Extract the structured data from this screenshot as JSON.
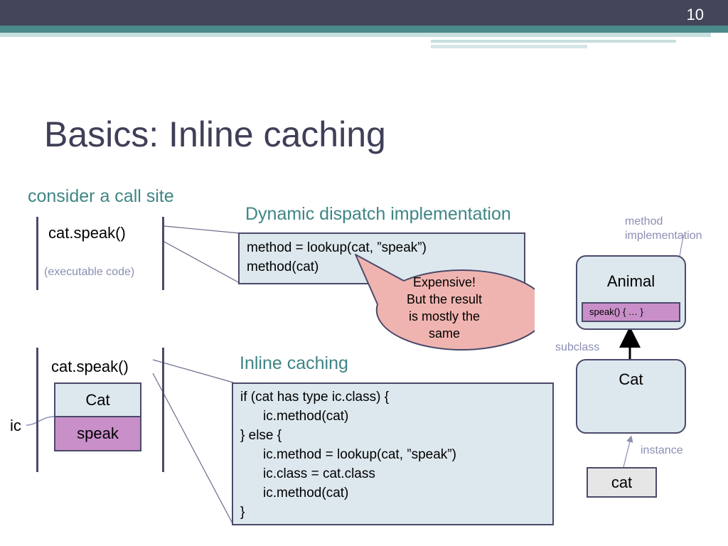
{
  "page_number": "10",
  "title": "Basics: Inline caching",
  "section1": {
    "heading": "consider a call site",
    "call": "cat.speak()",
    "caption": "(executable code)"
  },
  "dispatch": {
    "title": "Dynamic dispatch implementation",
    "lines": [
      "method = lookup(cat, ”speak”)",
      "method(cat)"
    ],
    "bubble": [
      "Expensive!",
      "But the result",
      "is mostly the",
      "same"
    ]
  },
  "section2": {
    "call": "cat.speak()",
    "cache_class": "Cat",
    "cache_method": "speak",
    "ic_label": "ic"
  },
  "inline": {
    "title": "Inline caching",
    "lines": [
      "if (cat has type ic.class) {",
      "ic.method(cat)",
      "} else {",
      "ic.method = lookup(cat, ”speak”)",
      "ic.class = cat.class",
      "ic.method(cat)",
      "}"
    ]
  },
  "hierarchy": {
    "method_label_1": "method",
    "method_label_2": "implementation",
    "animal": "Animal",
    "speak_impl": "speak() { … }",
    "subclass": "subclass",
    "cat_class": "Cat",
    "instance": "instance",
    "cat_obj": "cat"
  },
  "colors": {
    "title": "#3f3f58",
    "teal": "#3f8585",
    "box_fill": "#dde8ee",
    "bubble_fill": "#f0b4b0",
    "speak_fill": "#c98fc9",
    "header_dark": "#43455a",
    "header_teal": "#4a8a8a"
  }
}
